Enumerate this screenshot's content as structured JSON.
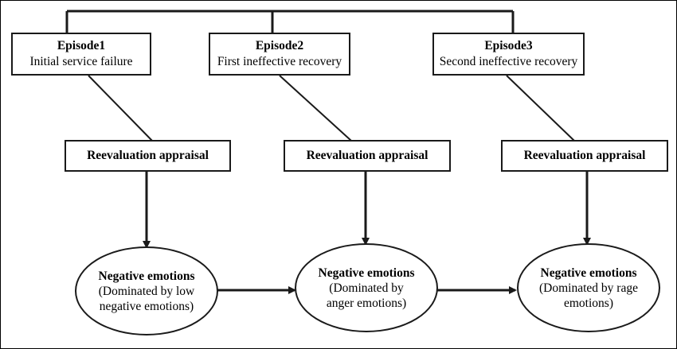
{
  "episodes": [
    {
      "title": "Episode1",
      "subtitle": "Initial service failure"
    },
    {
      "title": "Episode2",
      "subtitle": "First ineffective recovery"
    },
    {
      "title": "Episode3",
      "subtitle": "Second ineffective recovery"
    }
  ],
  "appraisals": [
    {
      "label": "Reevaluation appraisal"
    },
    {
      "label": "Reevaluation appraisal"
    },
    {
      "label": "Reevaluation appraisal"
    }
  ],
  "emotions": [
    {
      "title": "Negative emotions",
      "detail": "(Dominated by low\nnegative emotions)"
    },
    {
      "title": "Negative emotions",
      "detail": "(Dominated by\nanger emotions)"
    },
    {
      "title": "Negative emotions",
      "detail": "(Dominated by rage\nemotions)"
    }
  ],
  "colors": {
    "line": "#1a1a1a",
    "background": "#ffffff"
  }
}
